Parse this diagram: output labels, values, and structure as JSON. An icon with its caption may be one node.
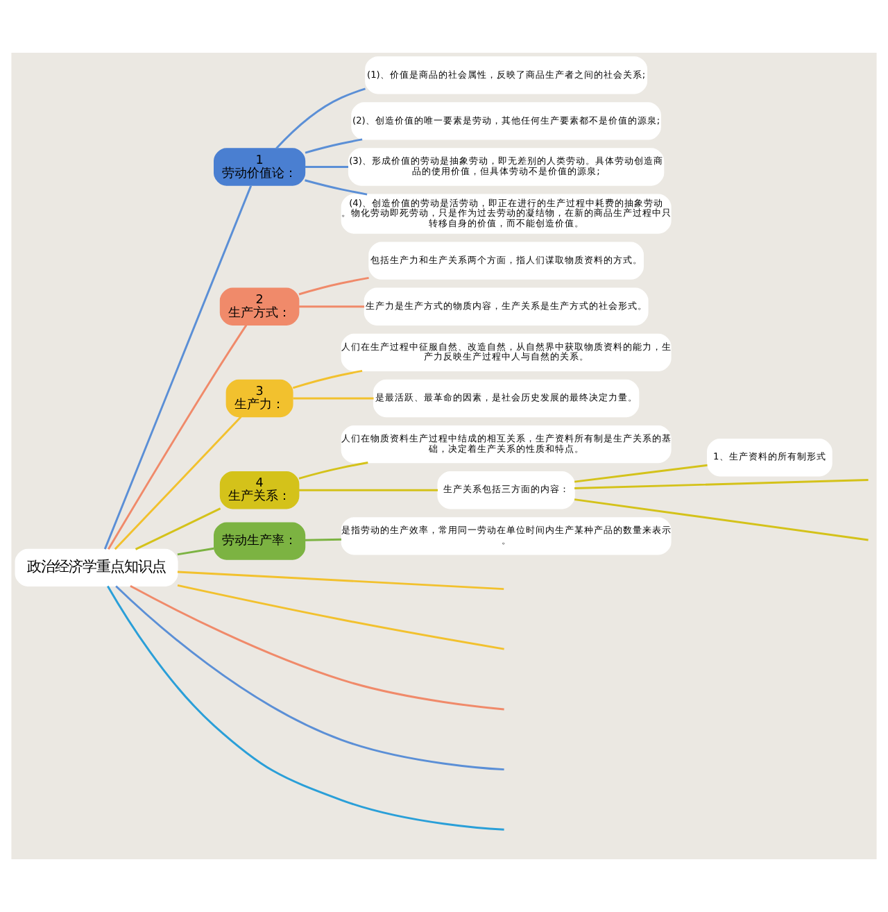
{
  "diagram": {
    "nodes": [
      {
        "text": [
          "政治经济学重点知识点"
        ]
      },
      {
        "text": [
          "1",
          "劳动价值论："
        ]
      },
      {
        "text": [
          "(1)、价值是商品的社会属性，反映了商品生产者之间的社会关系;"
        ]
      },
      {
        "text": [
          "(2)、创造价值的唯一要素是劳动，其他任何生产要素都不是价值的源泉;"
        ]
      },
      {
        "text": [
          "(3)、形成价值的劳动是抽象劳动，即无差别的人类劳动。具体劳动创造商品的使用价值，但具体劳动不是价值的源泉;"
        ]
      },
      {
        "text": [
          "(4)、创造价值的劳动是活劳动，即正在进行的生产过程中耗费的抽象劳动。物化劳动即死劳动，只是作为过去劳动的凝结物，在新的商品生产过程中只转移自身的价值，而不能创造价值。"
        ]
      },
      {
        "text": [
          "2",
          "生产方式："
        ]
      },
      {
        "text": [
          "包括生产力和生产关系两个方面，指人们谋取物质资料的方式。"
        ]
      },
      {
        "text": [
          "生产力是生产方式的物质内容，生产关系是生产方式的社会形式。"
        ]
      },
      {
        "text": [
          "3",
          "生产力："
        ]
      },
      {
        "text": [
          "人们在生产过程中征服自然、改造自然，从自然界中获取物质资料的能力，生产力反映生产过程中人与自然的关系。"
        ]
      },
      {
        "text": [
          "是最活跃、最革命的因素，是社会历史发展的最终决定力量。"
        ]
      },
      {
        "text": [
          "4",
          "生产关系："
        ]
      },
      {
        "text": [
          "人们在物质资料生产过程中结成的相互关系，生产资料所有制是生产关系的基础，决定着生产关系的性质和特点。"
        ]
      },
      {
        "text": [
          "生产关系包括三方面的内容："
        ]
      },
      {
        "text": [
          "1、生产资料的所有制形式"
        ]
      },
      {
        "text": [
          "劳动生产率："
        ]
      },
      {
        "text": [
          "是指劳动的生产效率，常用同一劳动在单位时间内生产某种产品的数量来表示。"
        ]
      }
    ],
    "edges": [
      {
        "from": 0,
        "to": 1,
        "arrow": "none",
        "color": "#5b8fd6"
      },
      {
        "from": 1,
        "to": 2,
        "arrow": "none",
        "color": "#5b8fd6"
      },
      {
        "from": 1,
        "to": 3,
        "arrow": "none",
        "color": "#5b8fd6"
      },
      {
        "from": 1,
        "to": 4,
        "arrow": "none",
        "color": "#5b8fd6"
      },
      {
        "from": 1,
        "to": 5,
        "arrow": "none",
        "color": "#5b8fd6"
      },
      {
        "from": 0,
        "to": 6,
        "arrow": "none",
        "color": "#f08a6a"
      },
      {
        "from": 6,
        "to": 7,
        "arrow": "none",
        "color": "#f08a6a"
      },
      {
        "from": 6,
        "to": 8,
        "arrow": "none",
        "color": "#f08a6a"
      },
      {
        "from": 0,
        "to": 9,
        "arrow": "none",
        "color": "#f2c12e"
      },
      {
        "from": 9,
        "to": 10,
        "arrow": "none",
        "color": "#f2c12e"
      },
      {
        "from": 9,
        "to": 11,
        "arrow": "none",
        "color": "#f2c12e"
      },
      {
        "from": 0,
        "to": 12,
        "arrow": "none",
        "color": "#d4c21a"
      },
      {
        "from": 12,
        "to": 13,
        "arrow": "none",
        "color": "#d4c21a"
      },
      {
        "from": 12,
        "to": 14,
        "arrow": "none",
        "color": "#d4c21a"
      },
      {
        "from": 14,
        "to": 15,
        "arrow": "none",
        "color": "#d4c21a"
      },
      {
        "from": 14,
        "to": null,
        "arrow": "none",
        "color": "#d4c21a"
      },
      {
        "from": 14,
        "to": null,
        "arrow": "none",
        "color": "#d4c21a"
      },
      {
        "from": 0,
        "to": 16,
        "arrow": "none",
        "color": "#7cb342"
      },
      {
        "from": 16,
        "to": 17,
        "arrow": "none",
        "color": "#7cb342"
      },
      {
        "from": 0,
        "to": null,
        "arrow": "none",
        "color": "#2a9fd8"
      },
      {
        "from": 0,
        "to": null,
        "arrow": "none",
        "color": "#5b8fd6"
      },
      {
        "from": 0,
        "to": null,
        "arrow": "none",
        "color": "#f08a6a"
      },
      {
        "from": 0,
        "to": null,
        "arrow": "none",
        "color": "#f2c12e"
      },
      {
        "from": 0,
        "to": null,
        "arrow": "none",
        "color": "#f2c12e"
      }
    ]
  }
}
